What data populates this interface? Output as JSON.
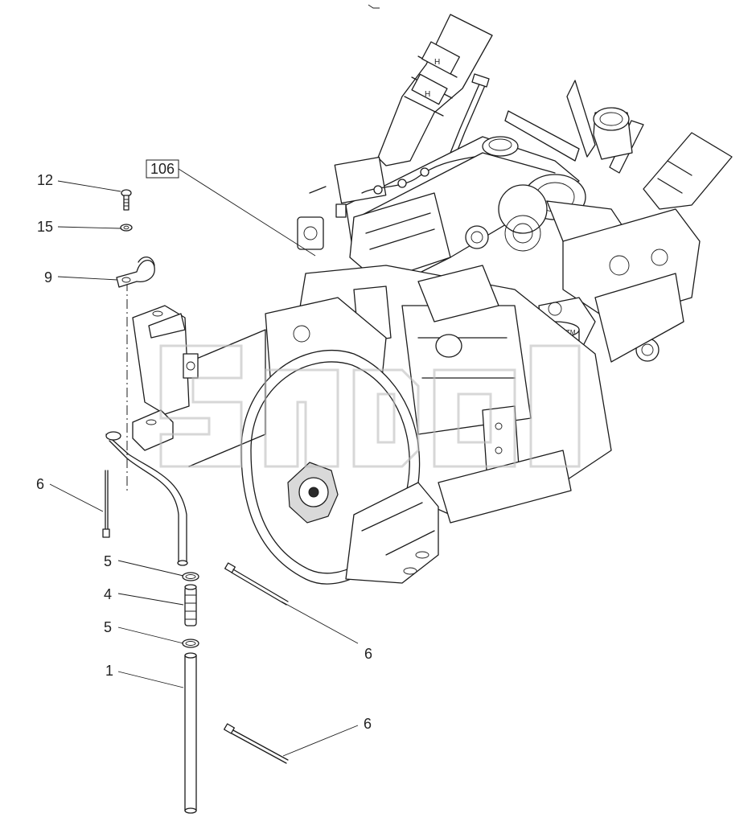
{
  "diagram": {
    "callouts": [
      {
        "id": "c106",
        "label": "106",
        "boxed": true
      },
      {
        "id": "c12",
        "label": "12"
      },
      {
        "id": "c15",
        "label": "15"
      },
      {
        "id": "c9",
        "label": "9"
      },
      {
        "id": "c6a",
        "label": "6"
      },
      {
        "id": "c5a",
        "label": "5"
      },
      {
        "id": "c4",
        "label": "4"
      },
      {
        "id": "c5b",
        "label": "5"
      },
      {
        "id": "c1",
        "label": "1"
      },
      {
        "id": "c6b",
        "label": "6"
      },
      {
        "id": "c6c",
        "label": "6"
      }
    ]
  }
}
